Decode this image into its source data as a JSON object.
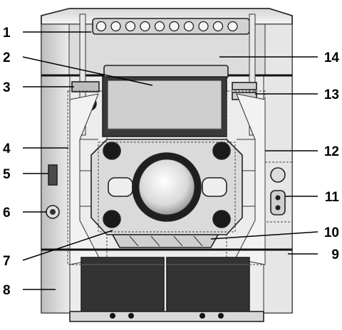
{
  "callouts": [
    {
      "id": "1",
      "label": "1"
    },
    {
      "id": "2",
      "label": "2"
    },
    {
      "id": "3",
      "label": "3"
    },
    {
      "id": "4",
      "label": "4"
    },
    {
      "id": "5",
      "label": "5"
    },
    {
      "id": "6",
      "label": "6"
    },
    {
      "id": "7",
      "label": "7"
    },
    {
      "id": "8",
      "label": "8"
    },
    {
      "id": "9",
      "label": "9"
    },
    {
      "id": "10",
      "label": "10"
    },
    {
      "id": "11",
      "label": "11"
    },
    {
      "id": "12",
      "label": "12"
    },
    {
      "id": "13",
      "label": "13"
    },
    {
      "id": "14",
      "label": "14"
    }
  ],
  "colors": {
    "body": "#eaeaea",
    "body_dark": "#c9c9c9",
    "panel_light": "#f2f2f2",
    "display": "#cfcfcf",
    "knob_dark": "#1a1a1a",
    "stroke": "#222222"
  }
}
